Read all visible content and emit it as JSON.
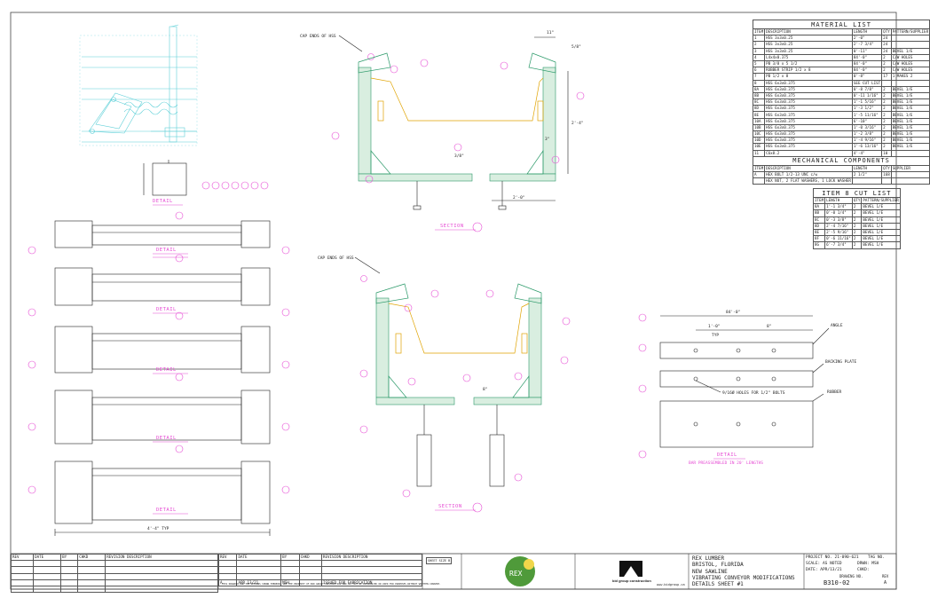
{
  "material_list": {
    "title": "MATERIAL LIST",
    "headers": [
      "ITEM",
      "DESCRIPTION",
      "LENGTH",
      "QTY",
      "PATTERN/SUPPLIER"
    ],
    "rows": [
      [
        "1",
        "HSS 3x3x0.25",
        "2'-0\"",
        "24",
        ""
      ],
      [
        "2",
        "HSS 3x3x0.25",
        "2'-7 3/4\"",
        "24",
        ""
      ],
      [
        "3",
        "HSS 3x3x0.25",
        "0'-11\"",
        "24",
        "BEVEL 1/E"
      ],
      [
        "4",
        "L4x4x0.375",
        "84'-0\"",
        "2",
        "C/W HOLES"
      ],
      [
        "5",
        "PB 3/8 x 5 1/2",
        "84'-0\"",
        "2",
        "C/W HOLES"
      ],
      [
        "6",
        "RUBBER STRIP 1/2 x 8",
        "84'-0\"",
        "2",
        "C/W HOLES"
      ],
      [
        "7",
        "PB 1/2 x 8",
        "0'-8\"",
        "17",
        "1 MAKES 2"
      ],
      [
        "8",
        "HSS 6x3x0.375",
        "SEE CUT LIST",
        "",
        ""
      ],
      [
        "8A",
        "HSS 6x3x0.375",
        "0'-8 7/8\"",
        "2",
        "BEVEL 1/E"
      ],
      [
        "8B",
        "HSS 6x3x0.375",
        "0'-11 1/16\"",
        "2",
        "BEVEL 1/E"
      ],
      [
        "8C",
        "HSS 6x3x0.375",
        "1'-1 5/16\"",
        "2",
        "BEVEL 1/E"
      ],
      [
        "8D",
        "HSS 6x3x0.375",
        "1'-3 1/2\"",
        "2",
        "BEVEL 1/E"
      ],
      [
        "8E",
        "HSS 6x3x0.375",
        "1'-5 11/16\"",
        "2",
        "BEVEL 1/E"
      ],
      [
        "10A",
        "HSS 6x3x0.375",
        "6'-10\"",
        "2",
        "BEVEL 1/E"
      ],
      [
        "10B",
        "HSS 6x3x0.375",
        "1'-0 3/16\"",
        "2",
        "BEVEL 1/E"
      ],
      [
        "10C",
        "HSS 6x3x0.375",
        "1'-2 3/8\"",
        "2",
        "BEVEL 1/E"
      ],
      [
        "10D",
        "HSS 6x3x0.375",
        "1'-4 9/16\"",
        "2",
        "BEVEL 1/E"
      ],
      [
        "10E",
        "HSS 6x3x0.375",
        "1'-6 13/16\"",
        "2",
        "BEVEL 1/E"
      ],
      [
        "11",
        "C6x8.2",
        "4'-4\"",
        "10",
        ""
      ]
    ]
  },
  "mechanical_components": {
    "title": "MECHANICAL COMPONENTS",
    "headers": [
      "ITEM",
      "DESCRIPTION",
      "LENGTH",
      "QTY",
      "SUPPLIER"
    ],
    "rows": [
      [
        "A",
        "HEX BOLT 1/2-13 UNC c/w",
        "2 1/2\"",
        "168",
        ""
      ],
      [
        "",
        "HEX NUT, 2 FLAT WASHERS, 1 LOCK WASHER",
        "",
        "",
        ""
      ]
    ]
  },
  "cut_list": {
    "title": "ITEM 8 CUT LIST",
    "headers": [
      "ITEM",
      "LENGTH",
      "QTY",
      "PATTERN/SUPPLIER"
    ],
    "rows": [
      [
        "8A",
        "1'-1 3/4\"",
        "2",
        "BEVEL 1/E"
      ],
      [
        "8B",
        "0'-0 1/4\"",
        "2",
        "BEVEL 1/E"
      ],
      [
        "8C",
        "0'-3 3/8\"",
        "2",
        "BEVEL 1/E"
      ],
      [
        "8D",
        "2'-4 7/16\"",
        "2",
        "BEVEL 1/E"
      ],
      [
        "8E",
        "2'-5 9/16\"",
        "2",
        "BEVEL 1/E"
      ],
      [
        "8F",
        "0'-6 11/16\"",
        "2",
        "BEVEL 1/E"
      ],
      [
        "8G",
        "6'-7 3/4\"",
        "2",
        "BEVEL 1/E"
      ]
    ]
  },
  "callouts": {
    "cap_ends_1": "CAP ENDS OF HSS",
    "cap_ends_2": "CAP ENDS OF HSS",
    "angle": "ANGLE",
    "backing_plate": "BACKING PLATE",
    "rubber": "RUBBER",
    "holes": "9/16Ø HOLES FOR 1/2\" BOLTS"
  },
  "labels": {
    "detail": "DETAIL",
    "section": "SECTION",
    "detail_d_note": "BAR PREASSEMBLED IN 20' LENGTHS"
  },
  "dims": {
    "typ_4_4": "4'-4\" TYP",
    "d_84": "84'-0\"",
    "d_1_0": "1'-0\"",
    "typ": "TYP",
    "d_8": "8\"",
    "d_2_0": "2'-0\"",
    "d_11": "11\"",
    "d_3_8": "3/8\"",
    "d_2_4": "2'-4\"",
    "d_5_8": "5/8\"",
    "d_3": "3\""
  },
  "revision_block": {
    "headers": [
      "REV",
      "DATE",
      "BY",
      "CHKD",
      "REVISION DESCRIPTION"
    ],
    "rows": [
      [
        "A",
        "APR 13/21",
        "MSH",
        "",
        "ISSUED FOR FABRICATION"
      ]
    ],
    "disclaimer": "THIS DRAWING AND THE DESIGNS SHOWN THEREON, ARE THE PROPERTY OF BID GROUP CONSTRUCTION AND MAY NOT BE REPRODUCED OR USED FOR PURPOSES WITHOUT WRITTEN CONSENT."
  },
  "title_block": {
    "client_line1": "REX LUMBER",
    "client_line2": "BRISTOL, FLORIDA",
    "project_line1": "NEW SAWLINE",
    "project_line2": "VIBRATING CONVEYOR MODIFICATIONS",
    "project_line3": "DETAILS SHEET #1",
    "project_no": "PROJECT NO. 21-090-621",
    "tag_no": "TAG NO.",
    "scale": "SCALE: AS NOTED",
    "drawn": "DRWN: MSH",
    "date": "DATE: APR/13/21",
    "chkd": "CHKD:",
    "drawing_no_label": "DRAWING NO.",
    "drawing_no": "B310-02",
    "rev_label": "REV",
    "rev": "A",
    "rex_logo_text": "REX",
    "bid_group_logo_text": "bid group construction",
    "website": "www.bidgroup.ca",
    "stamp_text": "SHEET SIZE B"
  }
}
